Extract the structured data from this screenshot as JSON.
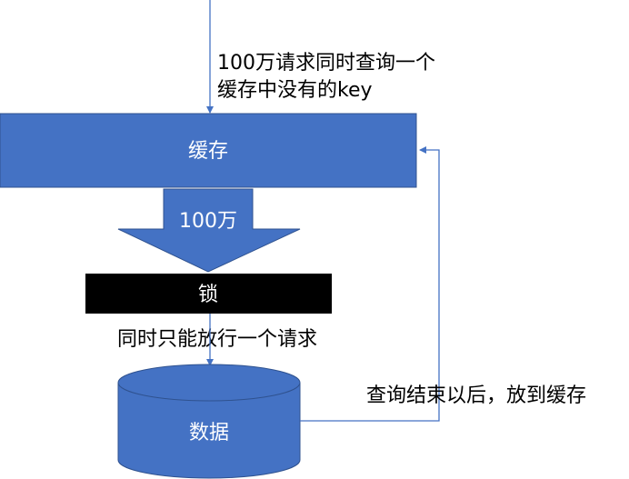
{
  "diagram": {
    "request_note_line1": "100万请求同时查询一个",
    "request_note_line2": "缓存中没有的key",
    "cache_label": "缓存",
    "flow_label": "100万",
    "lock_label": "锁",
    "lock_note": "同时只能放行一个请求",
    "database_label": "数据",
    "writeback_note": "查询结束以后，放到缓存"
  },
  "colors": {
    "shape_fill": "#4472c4",
    "shape_stroke": "#2f528f",
    "lock_fill": "#000000",
    "text_on_shape": "#ffffff",
    "text": "#000000"
  }
}
